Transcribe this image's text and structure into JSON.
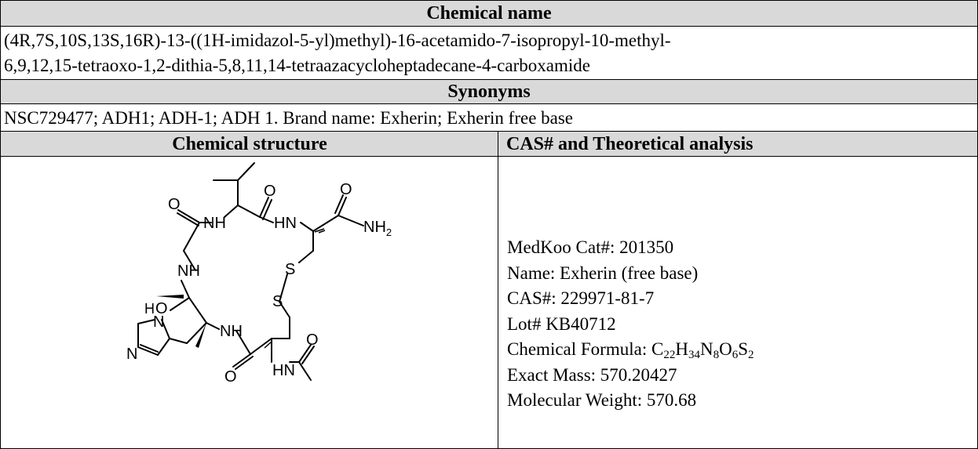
{
  "chemical_name": {
    "header": "Chemical name",
    "line1": "(4R,7S,10S,13S,16R)-13-((1H-imidazol-5-yl)methyl)-16-acetamido-7-isopropyl-10-methyl-",
    "line2": "6,9,12,15-tetraoxo-1,2-dithia-5,8,11,14-tetraazacycloheptadecane-4-carboxamide"
  },
  "synonyms": {
    "header": "Synonyms",
    "text": "NSC729477; ADH1; ADH-1; ADH 1. Brand name: Exherin; Exherin free base"
  },
  "structure": {
    "header": "Chemical structure",
    "atom_labels": {
      "o": "O",
      "nh": "NH",
      "hn": "HN",
      "nh2": "NH",
      "nh2_sub": "2",
      "s": "S",
      "h": "H",
      "n": "N"
    }
  },
  "analysis": {
    "header": "CAS# and Theoretical analysis",
    "cat": "MedKoo Cat#:  201350",
    "name": "Name:  Exherin (free base)",
    "cas": "CAS#:  229971-81-7",
    "lot": "Lot# KB40712",
    "formula_label": "Chemical Formula: ",
    "formula": [
      "C",
      "22",
      "H",
      "34",
      "N",
      "8",
      "O",
      "6",
      "S",
      "2"
    ],
    "exact_mass": "Exact Mass: 570.20427",
    "mw": "Molecular Weight: 570.68"
  }
}
